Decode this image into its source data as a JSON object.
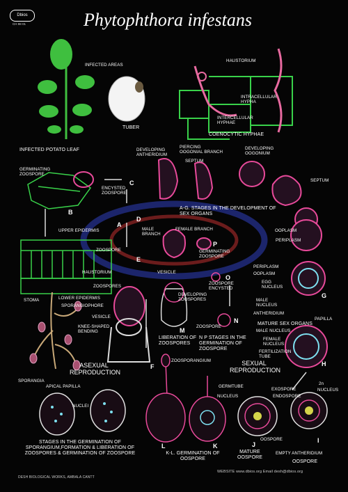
{
  "header": {
    "brand": "Dbios",
    "code": "CH 98 01",
    "title": "Phytophthora infestans"
  },
  "top": {
    "infected_areas": "INFECTED AREAS",
    "tuber": "TUBER",
    "infected_leaf": "INFECTED POTATO LEAF",
    "haustorium": "HAUSTORIUM",
    "intracellular": "INTRACELLULAR HYPHA",
    "intercellular": "INTERCELLULAR HYPHAE",
    "coenocytic": "COENOCYTIC HYPHAE"
  },
  "sex_organs": {
    "developing_antheridium": "DEVELOPING ANTHERIDIUM",
    "piercing_branch": "PIERCING OOGONIAL BRANCH",
    "septum_top": "SEPTUM",
    "developing_oogonium": "DEVELOPING OOGONIUM",
    "septum_right": "SEPTUM",
    "stages_caption": "A-G. STAGES IN THE DEVELOPMENT OF SEX ORGANS",
    "male_branch": "MALE BRANCH",
    "female_branch": "FEMALE BRANCH",
    "ooplasm": "OOPLASM",
    "periplasm": "PERIPLASM",
    "periplasm2": "PERIPLASM",
    "ooplasm2": "OOPLASM",
    "egg_nucleus": "EGG NUCLEUS",
    "male_nucleus": "MALE NUCLEUS",
    "antheridium": "ANTHERIDIUM",
    "papilla": "PAPILLA",
    "mature_sex_organs": "MATURE SEX ORGANS",
    "male_nucleus2": "MALE NUCLEUS",
    "female_nucleus": "FEMALE NUCLEUS",
    "fertilization_tube": "FERTILIZATION TUBE"
  },
  "left": {
    "germinating_zoospore": "GERMINATING ZOOSPORE",
    "encysted_zoospore": "ENCYSTED ZOOSPORE",
    "upper_epidermis": "UPPER EPIDERMIS",
    "zoospore": "ZOOSPORE",
    "haustorium": "HAUSTORIUM",
    "zoospores": "ZOOSPORES",
    "stoma": "STOMA",
    "lower_epidermis": "LOWER EPIDERMIS",
    "sporangiophore": "SPORANGIOPHORE",
    "vesicle": "VESICLE",
    "knee_bending": "KNEE-SHAPED BENDING",
    "asexual": "ASEXUAL REPRODUCTION",
    "sporangia": "SPORANGIA",
    "apical_papilla": "APICAL PAPILLA",
    "nuclei": "NUCLEI",
    "germination_caption": "STAGES IN THE GERMINATION OF SPORANGIUM,FORMATION & LIBERATION OF ZOOSPORES & GERMINATION OF ZOOSPORE"
  },
  "middle": {
    "germinating_zoospore": "GERMINATING ZOOSPORE",
    "vesicle": "VESICLE",
    "zoospore_encysted": "ZOOSPORE ENCYSTED",
    "developing_zoospores": "DEVELOPING ZOOSPORES",
    "zoospore": "ZOOSPORE",
    "liberation": "LIBERATION OF ZOOSPORES",
    "np_caption": "N P STAGES IN THE GERMINATION OF ZOOSPORE",
    "zoosporangium": "ZOOSPORANGIUM",
    "kl_caption": "K-L. GERMINATION OF OOSPORE"
  },
  "right": {
    "sexual": "SEXUAL REPRODUCTION",
    "germtube": "GERMTUBE",
    "nucleus": "NUCLEUS",
    "exospore": "EXOSPORE",
    "endospore": "ENDOSPORE",
    "two_n": "2n",
    "nucleus2": "NUCLEUS",
    "oospore": "OOSPORE",
    "mature_oospore": "MATURE OOSPORE",
    "empty_antheridium": "EMPTY ANTHERIDIUM",
    "oospore2": "OOSPORE"
  },
  "letters": [
    "A",
    "B",
    "C",
    "D",
    "E",
    "F",
    "G",
    "H",
    "I",
    "J",
    "K",
    "L",
    "M",
    "N",
    "O",
    "P"
  ],
  "footer": {
    "left": "DESH BIOLOGICAL WORKS, AMBALA CANTT",
    "right": "WEBSITE www.dbios.org Email desh@dbios.org"
  },
  "colors": {
    "background": "#050505",
    "leaf": "#3fbf3f",
    "cell_outline": "#39d24a",
    "spore": "#e84a9a",
    "nucleus": "#7ee0f0",
    "watermark": "#2a3ab0"
  }
}
